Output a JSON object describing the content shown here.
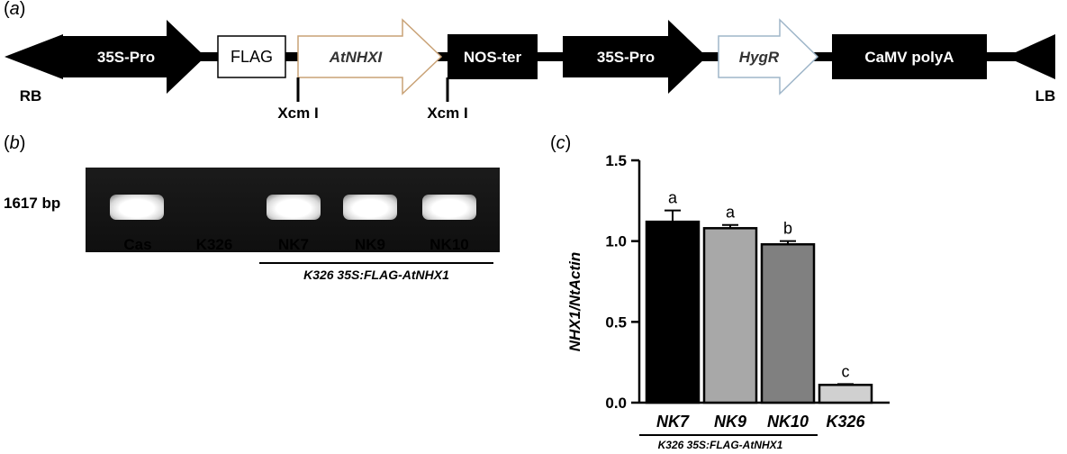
{
  "panels": {
    "a": {
      "label_prefix": "(",
      "letter": "a",
      "label_suffix": ")"
    },
    "b": {
      "label_prefix": "(",
      "letter": "b",
      "label_suffix": ")"
    },
    "c": {
      "label_prefix": "(",
      "letter": "c",
      "label_suffix": ")"
    }
  },
  "construct": {
    "rb": "RB",
    "lb": "LB",
    "promoter1": "35S-Pro",
    "flag": "FLAG",
    "gene": "AtNHXI",
    "terminator": "NOS-ter",
    "promoter2": "35S-Pro",
    "marker": "HygR",
    "polya": "CaMV polyA",
    "site1": "Xcm I",
    "site2": "Xcm I"
  },
  "gel": {
    "size_label": "1617 bp",
    "lanes": [
      {
        "label": "Cas",
        "band": true
      },
      {
        "label": "K326",
        "band": false
      },
      {
        "label": "NK7",
        "band": true
      },
      {
        "label": "NK9",
        "band": true
      },
      {
        "label": "NK10",
        "band": true
      }
    ],
    "group_label": "K326 35S:FLAG-AtNHX1"
  },
  "chart_data": {
    "type": "bar",
    "categories": [
      "NK7",
      "NK9",
      "NK10",
      "K326"
    ],
    "values": [
      1.12,
      1.08,
      0.98,
      0.11
    ],
    "errors": [
      0.07,
      0.02,
      0.02,
      0.005
    ],
    "significance": [
      "a",
      "a",
      "b",
      "c"
    ],
    "colors": [
      "#000000",
      "#a8a8a8",
      "#808080",
      "#d0d0d0"
    ],
    "ylabel": "NHX1/NtActin",
    "xlabel": "",
    "ylim": [
      0,
      1.5
    ],
    "yticks": [
      "0.0",
      "0.5",
      "1.0",
      "1.5"
    ],
    "group_label": "K326 35S:FLAG-AtNHX1",
    "grid": false
  }
}
